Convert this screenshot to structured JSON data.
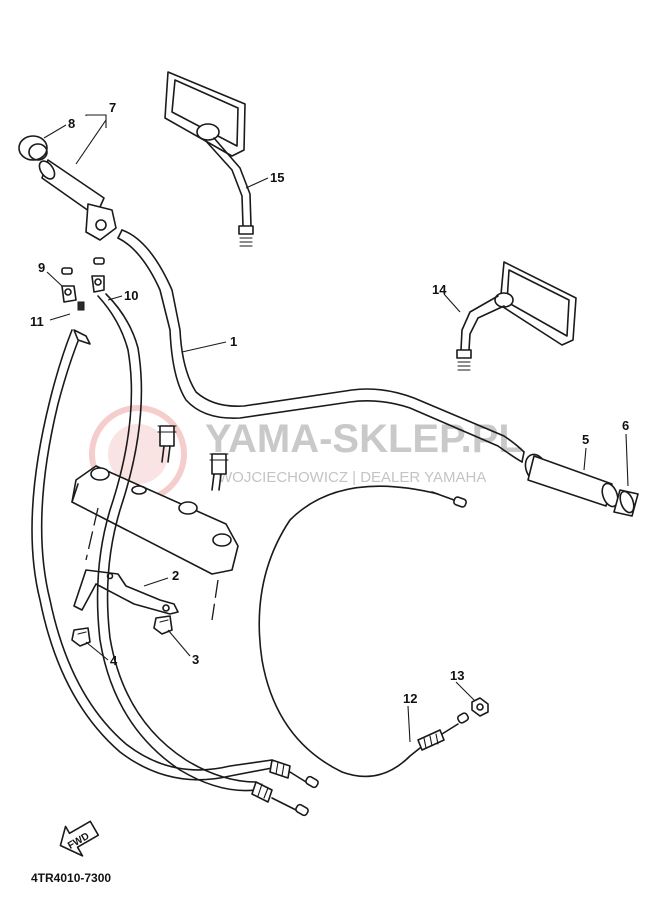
{
  "diagram_code": "4TR4010-7300",
  "watermark": {
    "main": "YAMA-SKLEP.PL",
    "sub": "WOJCIECHOWICZ | DEALER YAMAHA",
    "color": "#e8a0a0"
  },
  "fwd_label": "FWD",
  "callouts": {
    "c1": "1",
    "c2": "2",
    "c3": "3",
    "c4": "4",
    "c5": "5",
    "c6": "6",
    "c7": "7",
    "c8": "8",
    "c9": "9",
    "c10": "10",
    "c11": "11",
    "c12": "12",
    "c13": "13",
    "c14": "14",
    "c15": "15"
  }
}
